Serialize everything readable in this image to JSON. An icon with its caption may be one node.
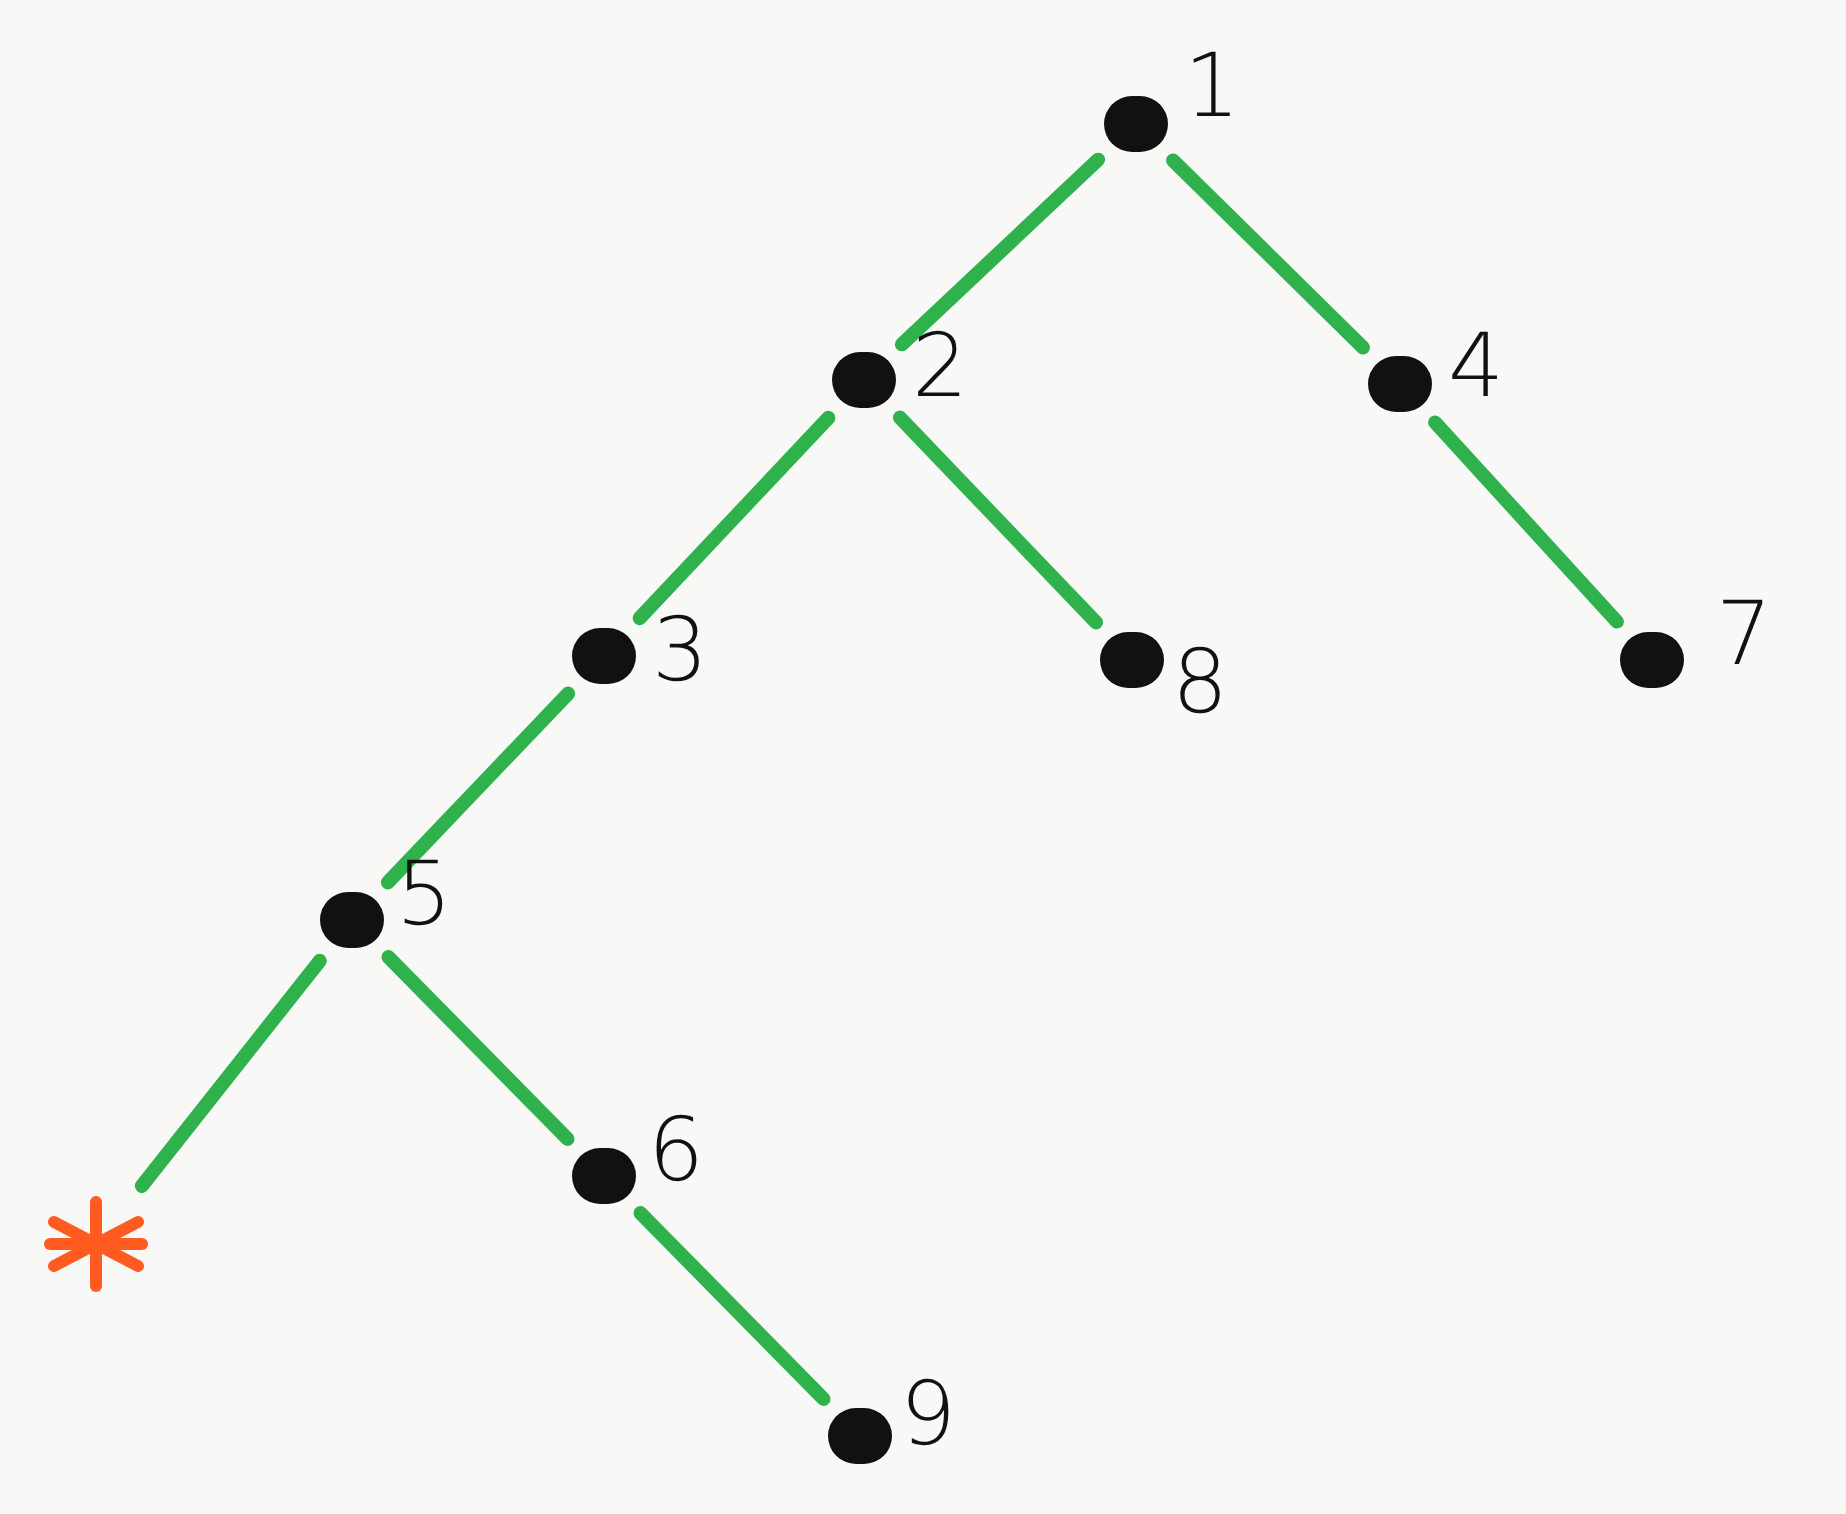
{
  "diagram": {
    "nodes": [
      {
        "text": [],
        "shape": "circle",
        "beside": [
          "1"
        ]
      },
      {
        "text": [],
        "shape": "circle",
        "beside": [
          "2"
        ]
      },
      {
        "text": [],
        "shape": "circle",
        "beside": [
          "4"
        ]
      },
      {
        "text": [],
        "shape": "circle",
        "beside": [
          "3"
        ]
      },
      {
        "text": [],
        "shape": "circle",
        "beside": [
          "8"
        ]
      },
      {
        "text": [],
        "shape": "circle",
        "beside": [
          "7"
        ]
      },
      {
        "text": [],
        "shape": "circle",
        "beside": [
          "5"
        ]
      },
      {
        "text": [],
        "shape": "circle",
        "beside": [
          "6"
        ]
      },
      {
        "text": [],
        "shape": "asterisk"
      },
      {
        "text": [],
        "shape": "circle",
        "beside": [
          "9"
        ]
      }
    ],
    "edges": [
      {
        "from": 0,
        "to": 1,
        "arrow": "none"
      },
      {
        "from": 0,
        "to": 2,
        "arrow": "none"
      },
      {
        "from": 1,
        "to": 3,
        "arrow": "none"
      },
      {
        "from": 1,
        "to": 4,
        "arrow": "none"
      },
      {
        "from": 2,
        "to": 5,
        "arrow": "none"
      },
      {
        "from": 3,
        "to": 6,
        "arrow": "none"
      },
      {
        "from": 6,
        "to": 8,
        "arrow": "none"
      },
      {
        "from": 6,
        "to": 7,
        "arrow": "none"
      },
      {
        "from": 7,
        "to": 9,
        "arrow": "none"
      }
    ]
  }
}
